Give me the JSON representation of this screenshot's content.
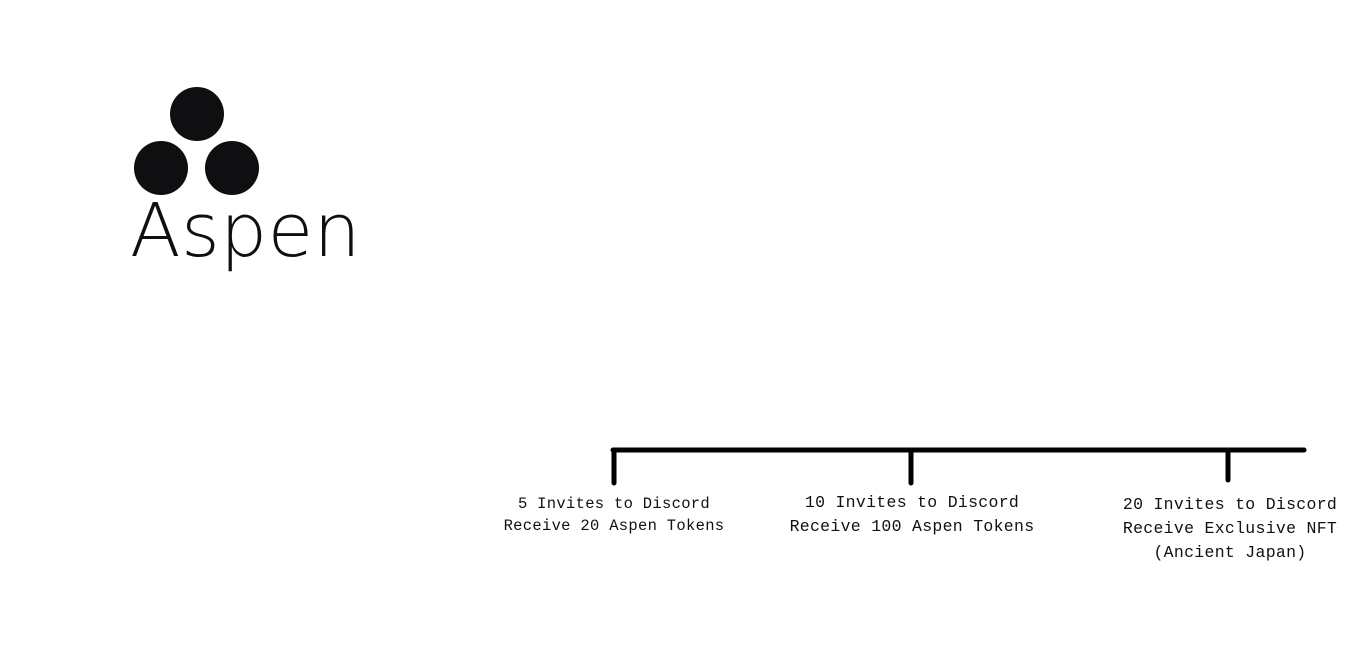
{
  "brand": {
    "name": "Aspen",
    "color": "#0f0f11",
    "logo_icon": "three-circles-logo-icon"
  },
  "timeline": {
    "line_color": "#000000",
    "milestones": [
      {
        "invites": "5 Invites to Discord",
        "reward": "Receive 20 Aspen Tokens"
      },
      {
        "invites": "10 Invites to Discord",
        "reward": "Receive 100 Aspen Tokens"
      },
      {
        "invites": "20 Invites to Discord",
        "reward": "Receive Exclusive NFT",
        "note": "(Ancient Japan)"
      }
    ]
  }
}
